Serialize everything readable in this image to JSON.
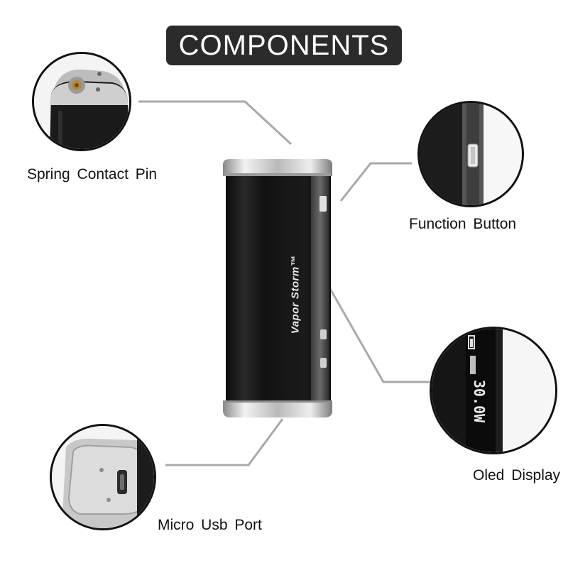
{
  "title": "COMPONENTS",
  "device": {
    "brand": "Vapor Storm™",
    "oled_reading": "30.0W"
  },
  "labels": {
    "spring_contact_pin": "Spring Contact Pin",
    "function_button": "Function Button",
    "oled_display": "Oled Display",
    "micro_usb_port": "Micro Usb Port"
  },
  "colors": {
    "title_bg": "#2b2b2b",
    "device_body": "#161616",
    "chrome": "#d8d8d8",
    "leader_line": "#a9a9a9"
  },
  "icons": [
    "spring-contact-pin-icon",
    "function-button-icon",
    "oled-display-icon",
    "micro-usb-port-icon"
  ]
}
